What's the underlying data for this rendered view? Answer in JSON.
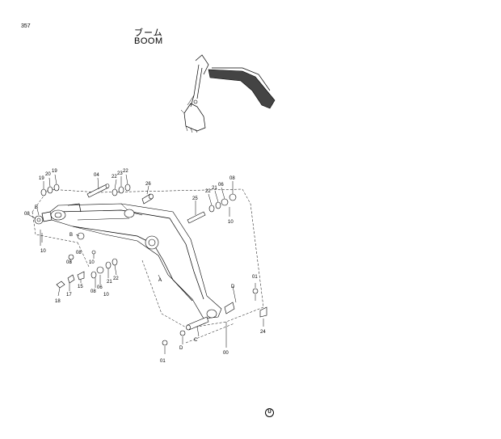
{
  "page": {
    "number": "357"
  },
  "title": {
    "japanese": "ブーム",
    "english": "BOOM"
  },
  "mark": "U",
  "callouts": [
    {
      "id": "c-19a",
      "label": "19"
    },
    {
      "id": "c-20",
      "label": "20"
    },
    {
      "id": "c-19b",
      "label": "19"
    },
    {
      "id": "c-04",
      "label": "04"
    },
    {
      "id": "c-22a",
      "label": "22"
    },
    {
      "id": "c-23",
      "label": "23"
    },
    {
      "id": "c-22b",
      "label": "22"
    },
    {
      "id": "c-26",
      "label": "26"
    },
    {
      "id": "c-08a",
      "label": "08"
    },
    {
      "id": "c-25",
      "label": "25"
    },
    {
      "id": "c-22c",
      "label": "22"
    },
    {
      "id": "c-21a",
      "label": "21"
    },
    {
      "id": "c-06a",
      "label": "06"
    },
    {
      "id": "c-10a",
      "label": "10"
    },
    {
      "id": "c-Ba",
      "label": "B"
    },
    {
      "id": "c-08b",
      "label": "08"
    },
    {
      "id": "c-10b",
      "label": "10"
    },
    {
      "id": "c-Bb",
      "label": "B"
    },
    {
      "id": "c-08c",
      "label": "08"
    },
    {
      "id": "c-10c",
      "label": "10"
    },
    {
      "id": "c-22d",
      "label": "22"
    },
    {
      "id": "c-21b",
      "label": "21"
    },
    {
      "id": "c-06b",
      "label": "06"
    },
    {
      "id": "c-08d",
      "label": "08"
    },
    {
      "id": "c-10d",
      "label": "10"
    },
    {
      "id": "c-15",
      "label": "15"
    },
    {
      "id": "c-17",
      "label": "17"
    },
    {
      "id": "c-18",
      "label": "18"
    },
    {
      "id": "c-A",
      "label": "A"
    },
    {
      "id": "c-01a",
      "label": "01"
    },
    {
      "id": "c-Da",
      "label": "D"
    },
    {
      "id": "c-24",
      "label": "24"
    },
    {
      "id": "c-C",
      "label": "C"
    },
    {
      "id": "c-Db",
      "label": "D"
    },
    {
      "id": "c-01b",
      "label": "01"
    },
    {
      "id": "c-00",
      "label": "00"
    },
    {
      "id": "c-08e",
      "label": "08"
    }
  ]
}
